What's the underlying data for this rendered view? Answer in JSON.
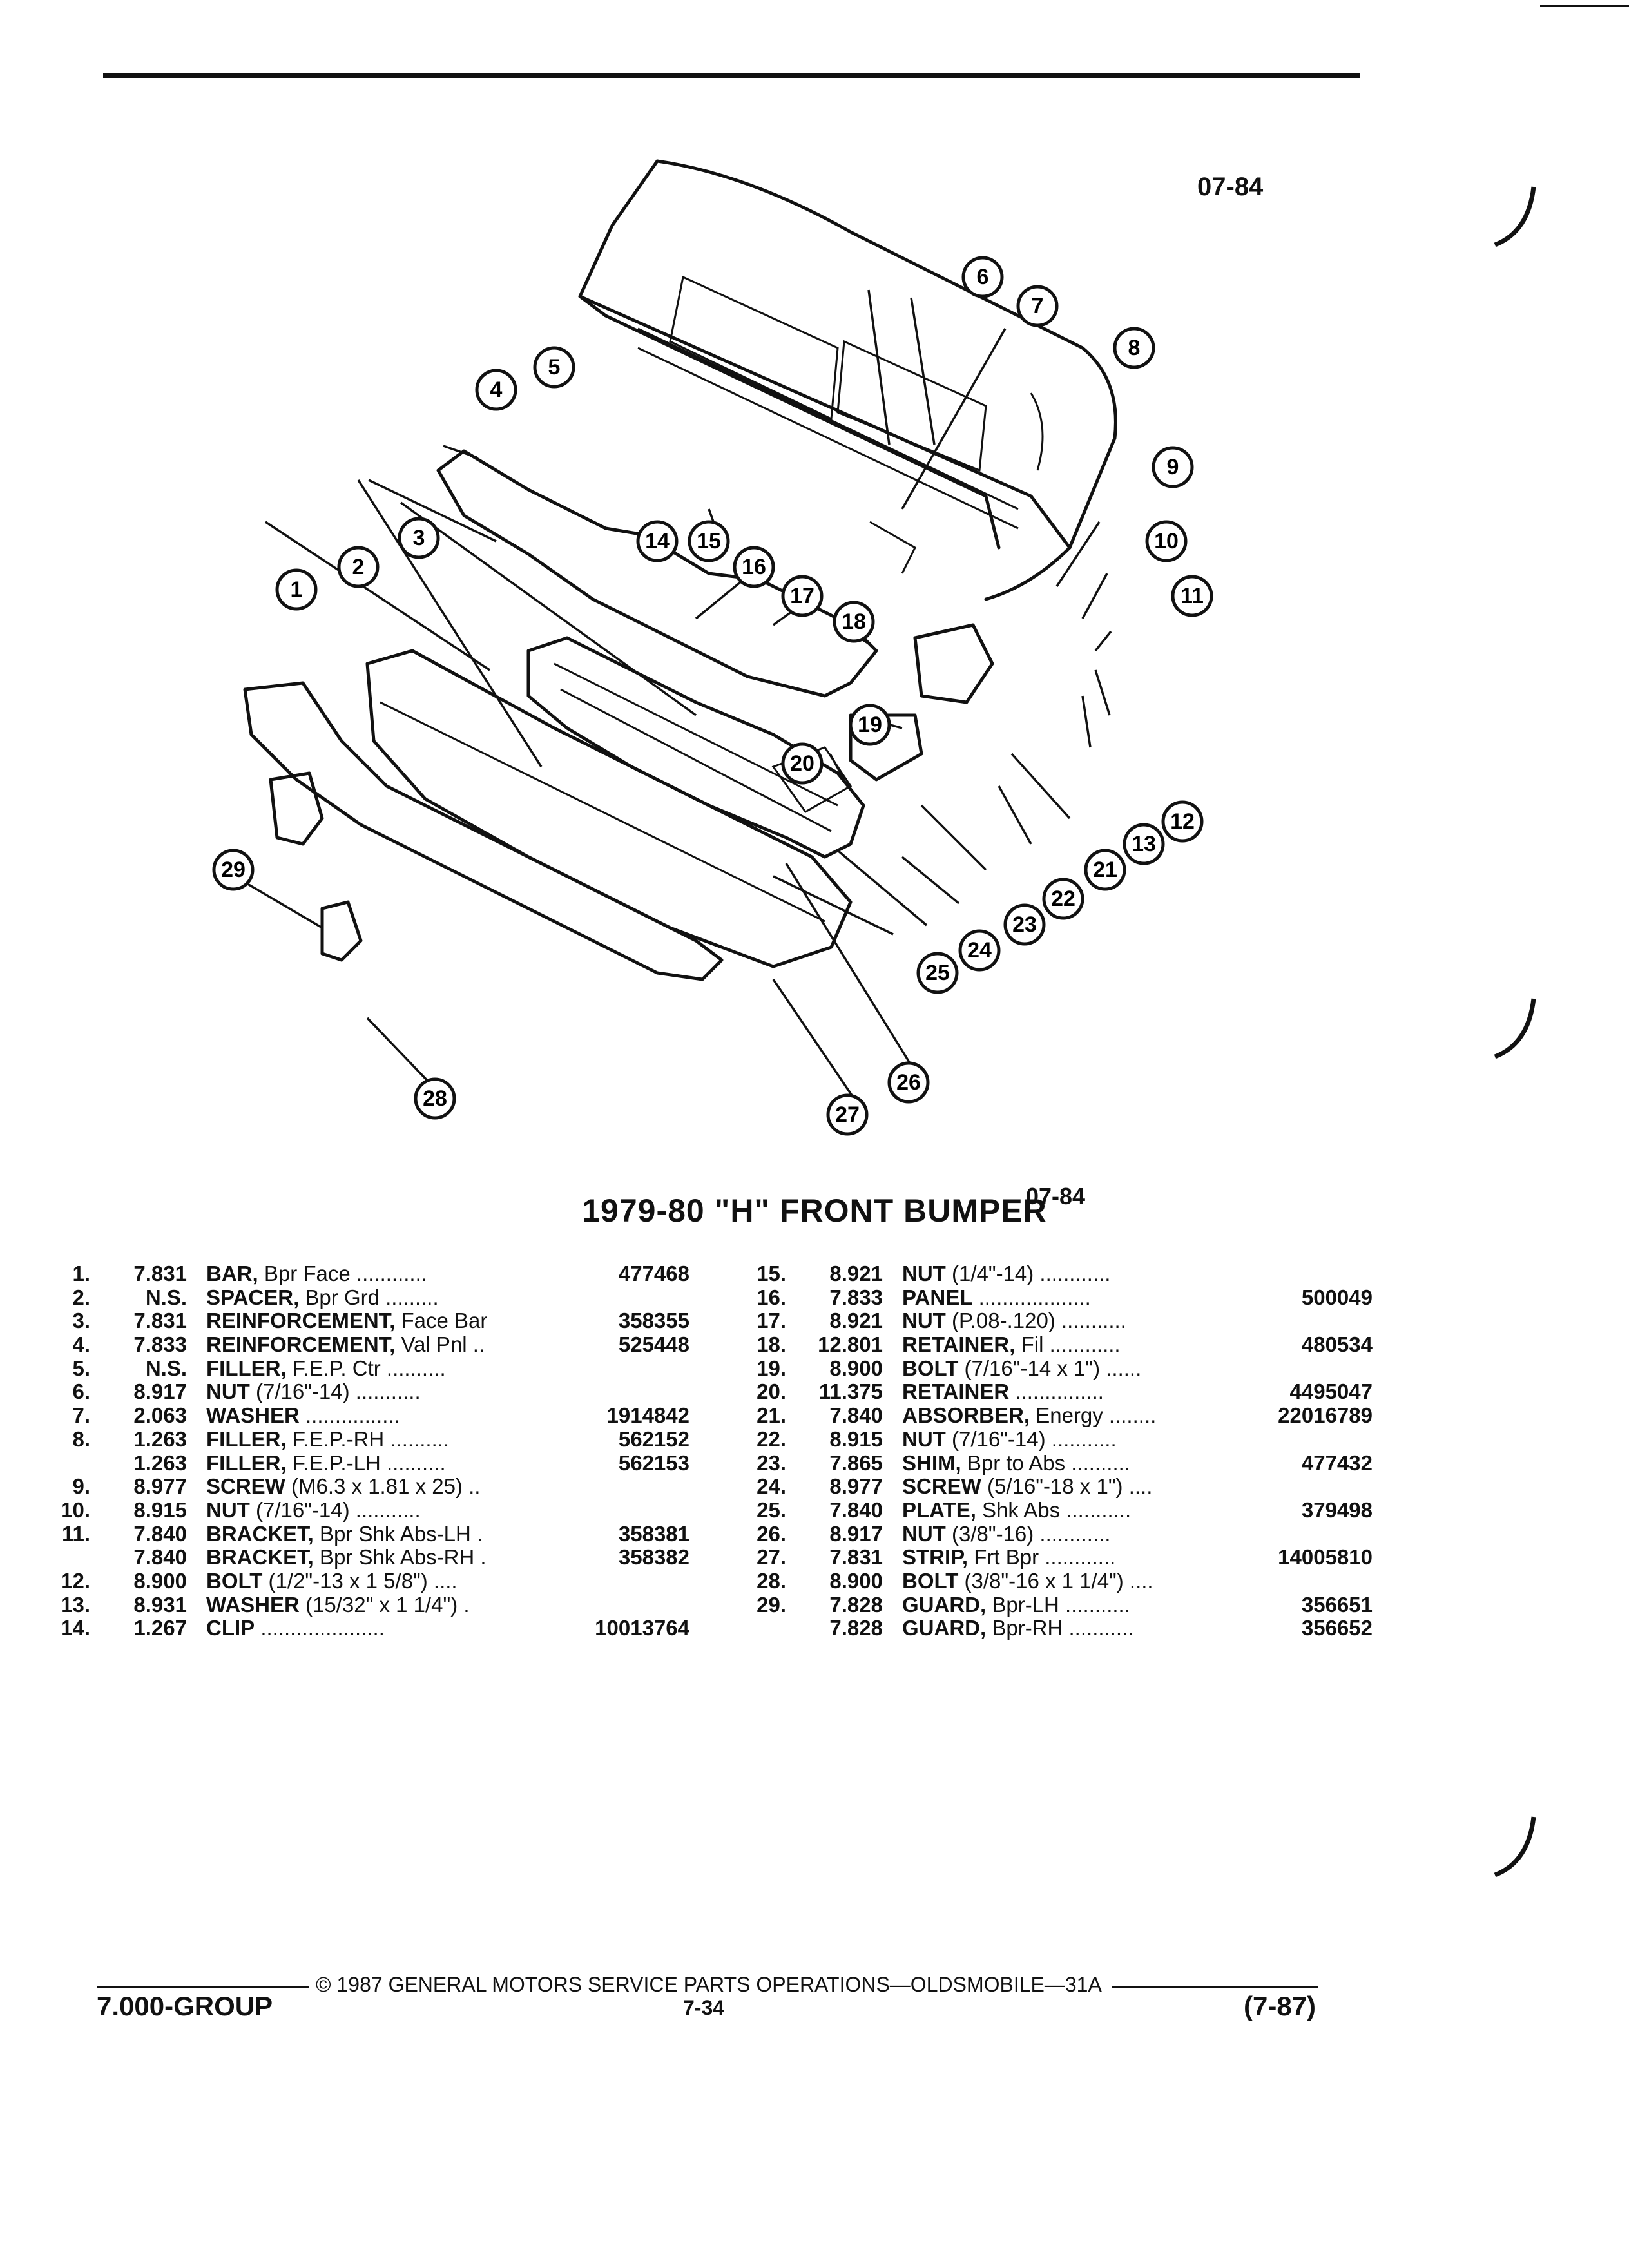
{
  "header": {
    "code_top": "07-84",
    "code_mid": "07-84"
  },
  "title": "1979-80 \"H\" FRONT BUMPER",
  "callouts": [
    "1",
    "2",
    "3",
    "4",
    "5",
    "6",
    "7",
    "8",
    "9",
    "10",
    "11",
    "12",
    "13",
    "14",
    "15",
    "16",
    "17",
    "18",
    "19",
    "20",
    "21",
    "22",
    "23",
    "24",
    "25",
    "26",
    "27",
    "28",
    "29"
  ],
  "parts_left": [
    {
      "num": "1.",
      "grp": "7.831",
      "name": "BAR,",
      "desc": " Bpr Face ............",
      "pn": "477468"
    },
    {
      "num": "2.",
      "grp": "N.S.",
      "name": "SPACER,",
      "desc": " Bpr Grd .........",
      "pn": ""
    },
    {
      "num": "3.",
      "grp": "7.831",
      "name": "REINFORCEMENT,",
      "desc": " Face Bar",
      "pn": "358355"
    },
    {
      "num": "4.",
      "grp": "7.833",
      "name": "REINFORCEMENT,",
      "desc": " Val Pnl ..",
      "pn": "525448"
    },
    {
      "num": "5.",
      "grp": "N.S.",
      "name": "FILLER,",
      "desc": " F.E.P. Ctr ..........",
      "pn": ""
    },
    {
      "num": "6.",
      "grp": "8.917",
      "name": "NUT",
      "desc": " (7/16\"-14) ...........",
      "pn": ""
    },
    {
      "num": "7.",
      "grp": "2.063",
      "name": "WASHER",
      "desc": " ................",
      "pn": "1914842"
    },
    {
      "num": "8.",
      "grp": "1.263",
      "name": "FILLER,",
      "desc": " F.E.P.-RH ..........",
      "pn": "562152"
    },
    {
      "num": "",
      "grp": "1.263",
      "name": "FILLER,",
      "desc": " F.E.P.-LH ..........",
      "pn": "562153"
    },
    {
      "num": "9.",
      "grp": "8.977",
      "name": "SCREW",
      "desc": " (M6.3 x 1.81 x 25) ..",
      "pn": ""
    },
    {
      "num": "10.",
      "grp": "8.915",
      "name": "NUT",
      "desc": " (7/16\"-14) ...........",
      "pn": ""
    },
    {
      "num": "11.",
      "grp": "7.840",
      "name": "BRACKET,",
      "desc": " Bpr Shk Abs-LH .",
      "pn": "358381"
    },
    {
      "num": "",
      "grp": "7.840",
      "name": "BRACKET,",
      "desc": " Bpr Shk Abs-RH .",
      "pn": "358382"
    },
    {
      "num": "12.",
      "grp": "8.900",
      "name": "BOLT",
      "desc": " (1/2\"-13 x 1 5/8\") ....",
      "pn": ""
    },
    {
      "num": "13.",
      "grp": "8.931",
      "name": "WASHER",
      "desc": " (15/32\" x 1 1/4\") .",
      "pn": ""
    },
    {
      "num": "14.",
      "grp": "1.267",
      "name": "CLIP",
      "desc": " .....................",
      "pn": "10013764"
    }
  ],
  "parts_right": [
    {
      "num": "15.",
      "grp": "8.921",
      "name": "NUT",
      "desc": " (1/4\"-14) ............",
      "pn": ""
    },
    {
      "num": "16.",
      "grp": "7.833",
      "name": "PANEL",
      "desc": " ...................",
      "pn": "500049"
    },
    {
      "num": "17.",
      "grp": "8.921",
      "name": "NUT",
      "desc": " (P.08-.120) ...........",
      "pn": ""
    },
    {
      "num": "18.",
      "grp": "12.801",
      "name": "RETAINER,",
      "desc": " Fil ............",
      "pn": "480534"
    },
    {
      "num": "19.",
      "grp": "8.900",
      "name": "BOLT",
      "desc": " (7/16\"-14 x 1\") ......",
      "pn": ""
    },
    {
      "num": "20.",
      "grp": "11.375",
      "name": "RETAINER",
      "desc": " ...............",
      "pn": "4495047"
    },
    {
      "num": "21.",
      "grp": "7.840",
      "name": "ABSORBER,",
      "desc": " Energy ........",
      "pn": "22016789"
    },
    {
      "num": "22.",
      "grp": "8.915",
      "name": "NUT",
      "desc": " (7/16\"-14) ...........",
      "pn": ""
    },
    {
      "num": "23.",
      "grp": "7.865",
      "name": "SHIM,",
      "desc": " Bpr to Abs ..........",
      "pn": "477432"
    },
    {
      "num": "24.",
      "grp": "8.977",
      "name": "SCREW",
      "desc": " (5/16\"-18 x 1\") ....",
      "pn": ""
    },
    {
      "num": "25.",
      "grp": "7.840",
      "name": "PLATE,",
      "desc": " Shk Abs ...........",
      "pn": "379498"
    },
    {
      "num": "26.",
      "grp": "8.917",
      "name": "NUT",
      "desc": " (3/8\"-16) ............",
      "pn": ""
    },
    {
      "num": "27.",
      "grp": "7.831",
      "name": "STRIP,",
      "desc": " Frt Bpr ............",
      "pn": "14005810"
    },
    {
      "num": "28.",
      "grp": "8.900",
      "name": "BOLT",
      "desc": " (3/8\"-16 x 1 1/4\") ....",
      "pn": ""
    },
    {
      "num": "29.",
      "grp": "7.828",
      "name": "GUARD,",
      "desc": " Bpr-LH ...........",
      "pn": "356651"
    },
    {
      "num": "",
      "grp": "7.828",
      "name": "GUARD,",
      "desc": " Bpr-RH ...........",
      "pn": "356652"
    }
  ],
  "footer": {
    "copyright": "© 1987 GENERAL MOTORS SERVICE PARTS OPERATIONS—OLDSMOBILE—31A",
    "group": "7.000-GROUP",
    "page": "7-34",
    "date": "(7-87)"
  }
}
